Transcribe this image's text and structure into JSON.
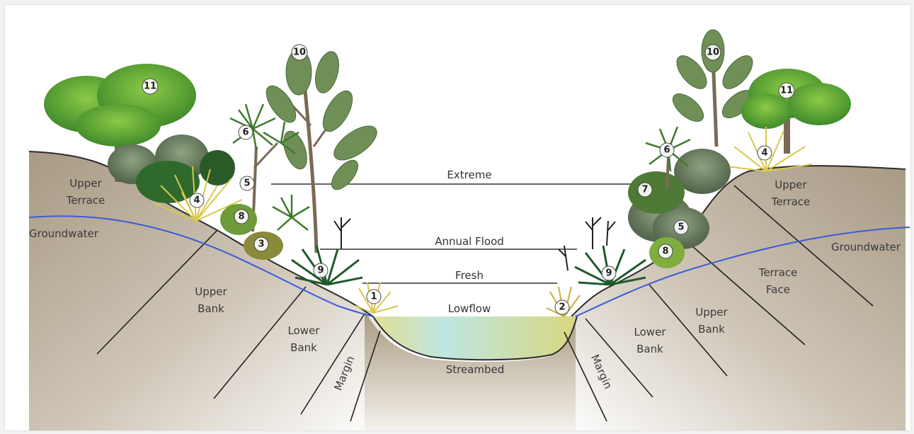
{
  "labels": {
    "upper_terrace_left": [
      "Upper",
      "Terrace"
    ],
    "groundwater_left": "Groundwater",
    "upper_bank_left": [
      "Upper",
      "Bank"
    ],
    "lower_bank_left": [
      "Lower",
      "Bank"
    ],
    "margin_left": "Margin",
    "streambed": "Streambed",
    "margin_right": "Margin",
    "lower_bank_right": [
      "Lower",
      "Bank"
    ],
    "upper_bank_right": [
      "Upper",
      "Bank"
    ],
    "terrace_face_right": [
      "Terrace",
      "Face"
    ],
    "groundwater_right": "Groundwater",
    "upper_terrace_right": [
      "Upper",
      "Terrace"
    ]
  },
  "water_levels": {
    "extreme": "Extreme",
    "annual_flood": "Annual Flood",
    "fresh": "Fresh",
    "lowflow": "Lowflow"
  },
  "plant_markers": {
    "left": [
      "11",
      "10",
      "6",
      "5",
      "4",
      "8",
      "3",
      "9",
      "1"
    ],
    "right": [
      "10",
      "11",
      "6",
      "4",
      "7",
      "5",
      "8",
      "9",
      "2"
    ]
  },
  "colors": {
    "soil": "#a89a84",
    "soil_light": "#e8e3da",
    "groundwater": "#3d5bd6",
    "foliage_dark": "#3f7a2e",
    "foliage_light": "#7bb83a",
    "flax": "#2e6b3a",
    "water_blue": "#bfe6e2",
    "water_yellow": "#e0df93",
    "level_line": "#666666"
  }
}
